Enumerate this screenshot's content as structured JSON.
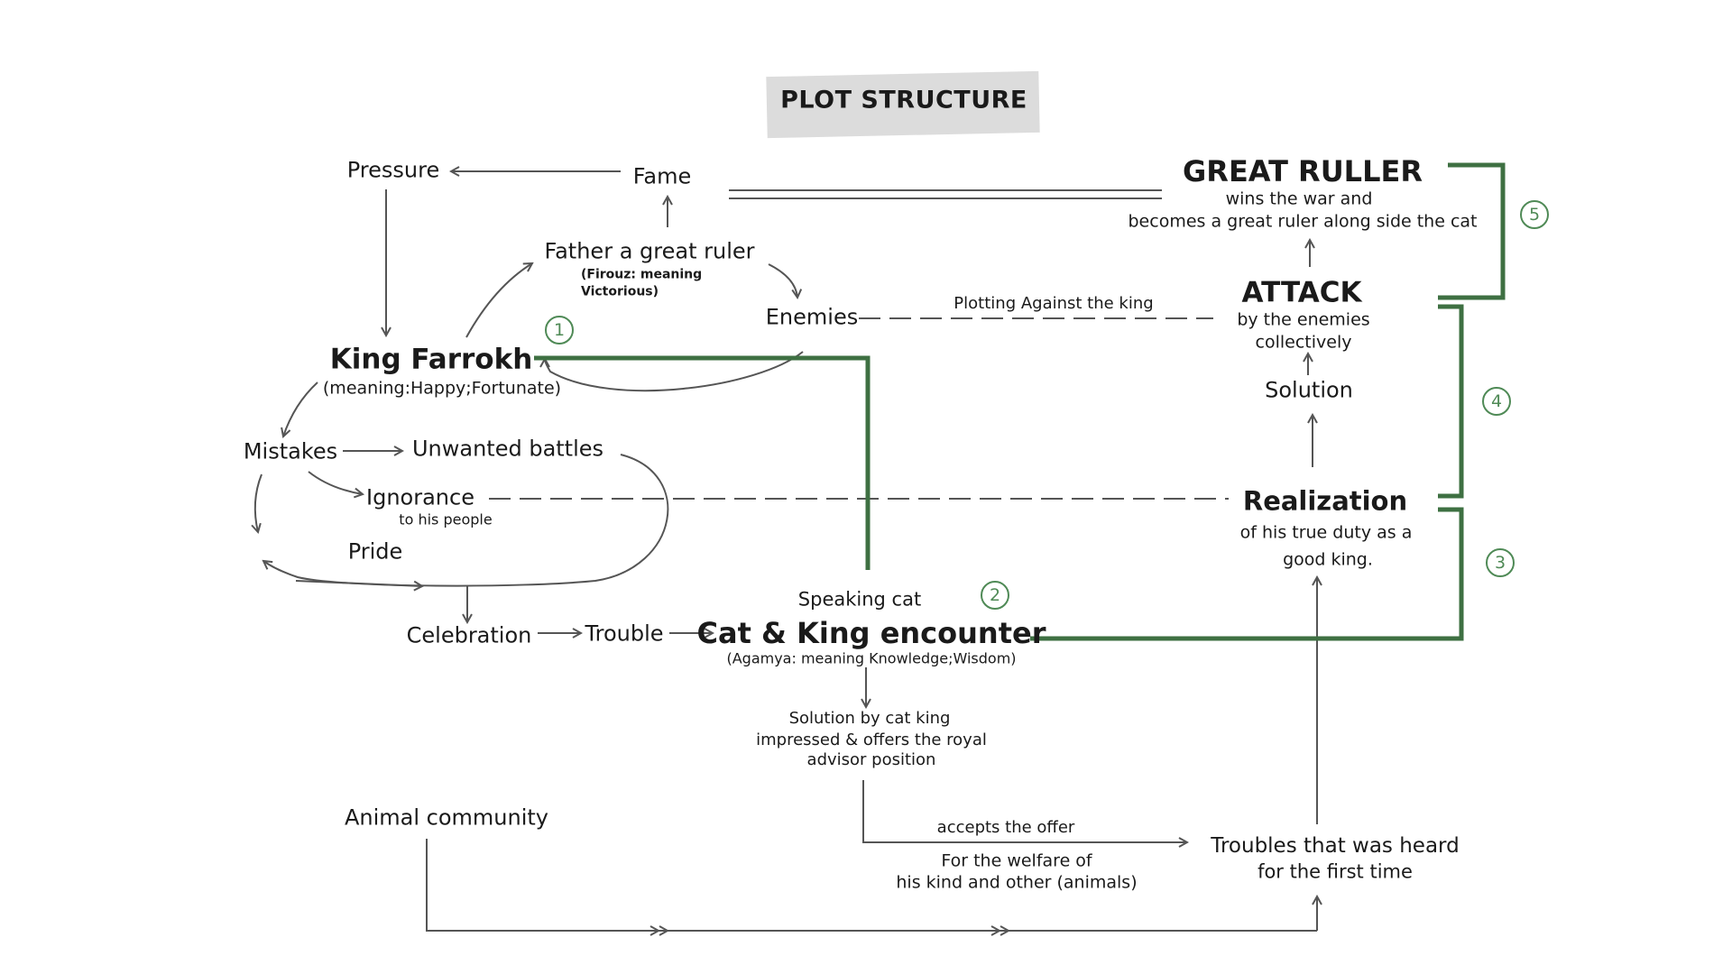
{
  "title": "PLOT STRUCTURE",
  "nodes": {
    "pressure": "Pressure",
    "fame": "Fame",
    "father": "Father a great ruler",
    "father_note_1": "(Firouz: meaning",
    "father_note_2": "Victorious)",
    "enemies": "Enemies",
    "plotting": "Plotting Against the king",
    "king": "King Farrokh",
    "king_note": "(meaning:Happy;Fortunate)",
    "mistakes": "Mistakes",
    "unwanted": "Unwanted battles",
    "ignorance": "Ignorance",
    "ignorance_note": "to his people",
    "pride": "Pride",
    "celebration": "Celebration",
    "trouble": "Trouble",
    "speaking_cat": "Speaking cat",
    "encounter": "Cat & King encounter",
    "encounter_note": "(Agamya: meaning Knowledge;Wisdom)",
    "solution_cat_1": "Solution by cat king",
    "solution_cat_2": "impressed & offers the royal",
    "solution_cat_3": "advisor position",
    "accepts": "accepts the offer",
    "welfare_1": "For the welfare of",
    "welfare_2": "his kind and other (animals)",
    "animal": "Animal community",
    "troubles_1": "Troubles that was heard",
    "troubles_2": "for the first time",
    "realization": "Realization",
    "realization_1": "of his true duty as a",
    "realization_2": "good king.",
    "solution": "Solution",
    "attack": "ATTACK",
    "attack_1": "by the enemies",
    "attack_2": "collectively",
    "great": "GREAT RULLER",
    "great_1": "wins the war and",
    "great_2": "becomes a great ruler along side the cat"
  },
  "steps": [
    "1",
    "2",
    "3",
    "4",
    "5"
  ],
  "colors": {
    "ink": "#1a1a1a",
    "arrow": "#555555",
    "accent_green": "#3e7042",
    "title_bg": "#dcdcdc"
  }
}
